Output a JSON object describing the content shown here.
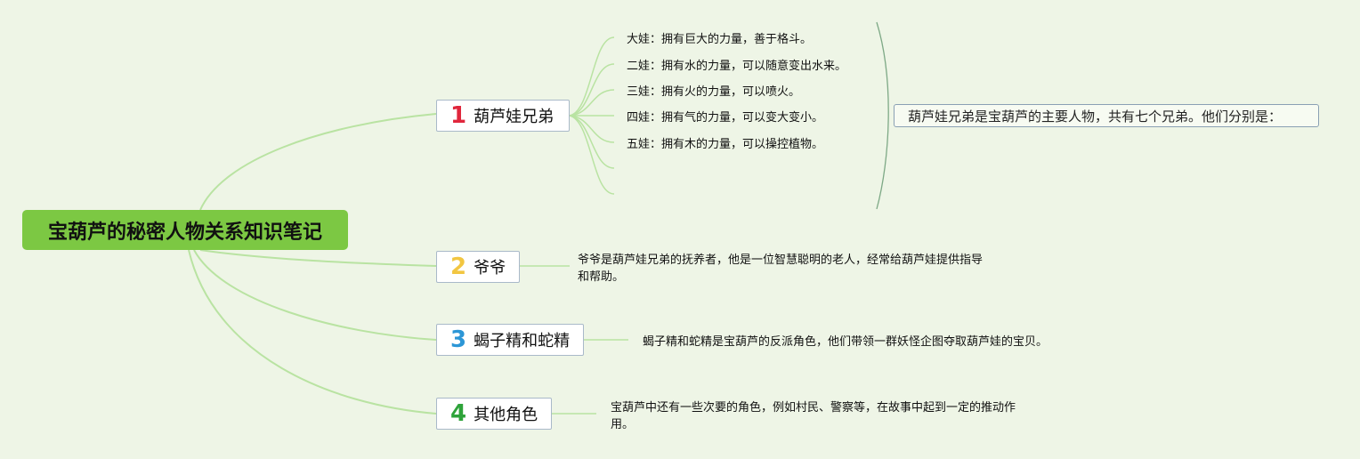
{
  "root": {
    "title": "宝葫芦的秘密人物关系知识笔记"
  },
  "topics": [
    {
      "number": "1",
      "label": "葫芦娃兄弟",
      "number_color": "#e0263c"
    },
    {
      "number": "2",
      "label": "爷爷",
      "number_color": "#f2c641"
    },
    {
      "number": "3",
      "label": "蝎子精和蛇精",
      "number_color": "#2c96d6"
    },
    {
      "number": "4",
      "label": "其他角色",
      "number_color": "#2ea33a"
    }
  ],
  "brothers": [
    "大娃：拥有巨大的力量，善于格斗。",
    "二娃：拥有水的力量，可以随意变出水来。",
    "三娃：拥有火的力量，可以喷火。",
    "四娃：拥有气的力量，可以变大变小。",
    "五娃：拥有木的力量，可以操控植物。",
    "",
    ""
  ],
  "brothers_summary": "葫芦娃兄弟是宝葫芦的主要人物，共有七个兄弟。他们分别是：",
  "notes": {
    "grandpa": [
      "爷爷是葫芦娃兄弟的抚养者，他是一位智慧聪明的老人，经常给葫芦娃提供指导",
      "和帮助。"
    ],
    "villains": [
      "蝎子精和蛇精是宝葫芦的反派角色，他们带领一群妖怪企图夺取葫芦娃的宝贝。"
    ],
    "others": [
      "宝葫芦中还有一些次要的角色，例如村民、警察等，在故事中起到一定的推动作",
      "用。"
    ]
  },
  "colors": {
    "root_fill": "#7cc843",
    "branch_line": "#b9e3a2",
    "background": "#eef5e6"
  }
}
